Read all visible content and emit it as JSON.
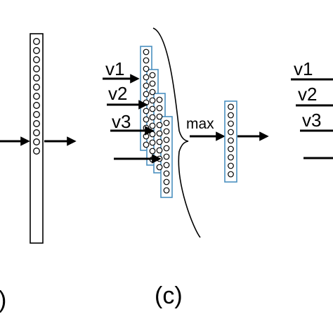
{
  "panel_b": {
    "label": ")"
  },
  "panel_c": {
    "label": "(c)",
    "inputs": [
      "v1",
      "v2",
      "v3",
      ""
    ],
    "op_label": "max"
  },
  "panel_d": {
    "inputs": [
      "v1",
      "v2",
      "v3",
      ""
    ]
  },
  "colors": {
    "stroke": "#000000",
    "blue_column": "#4a8fc0",
    "background": "#ffffff"
  }
}
